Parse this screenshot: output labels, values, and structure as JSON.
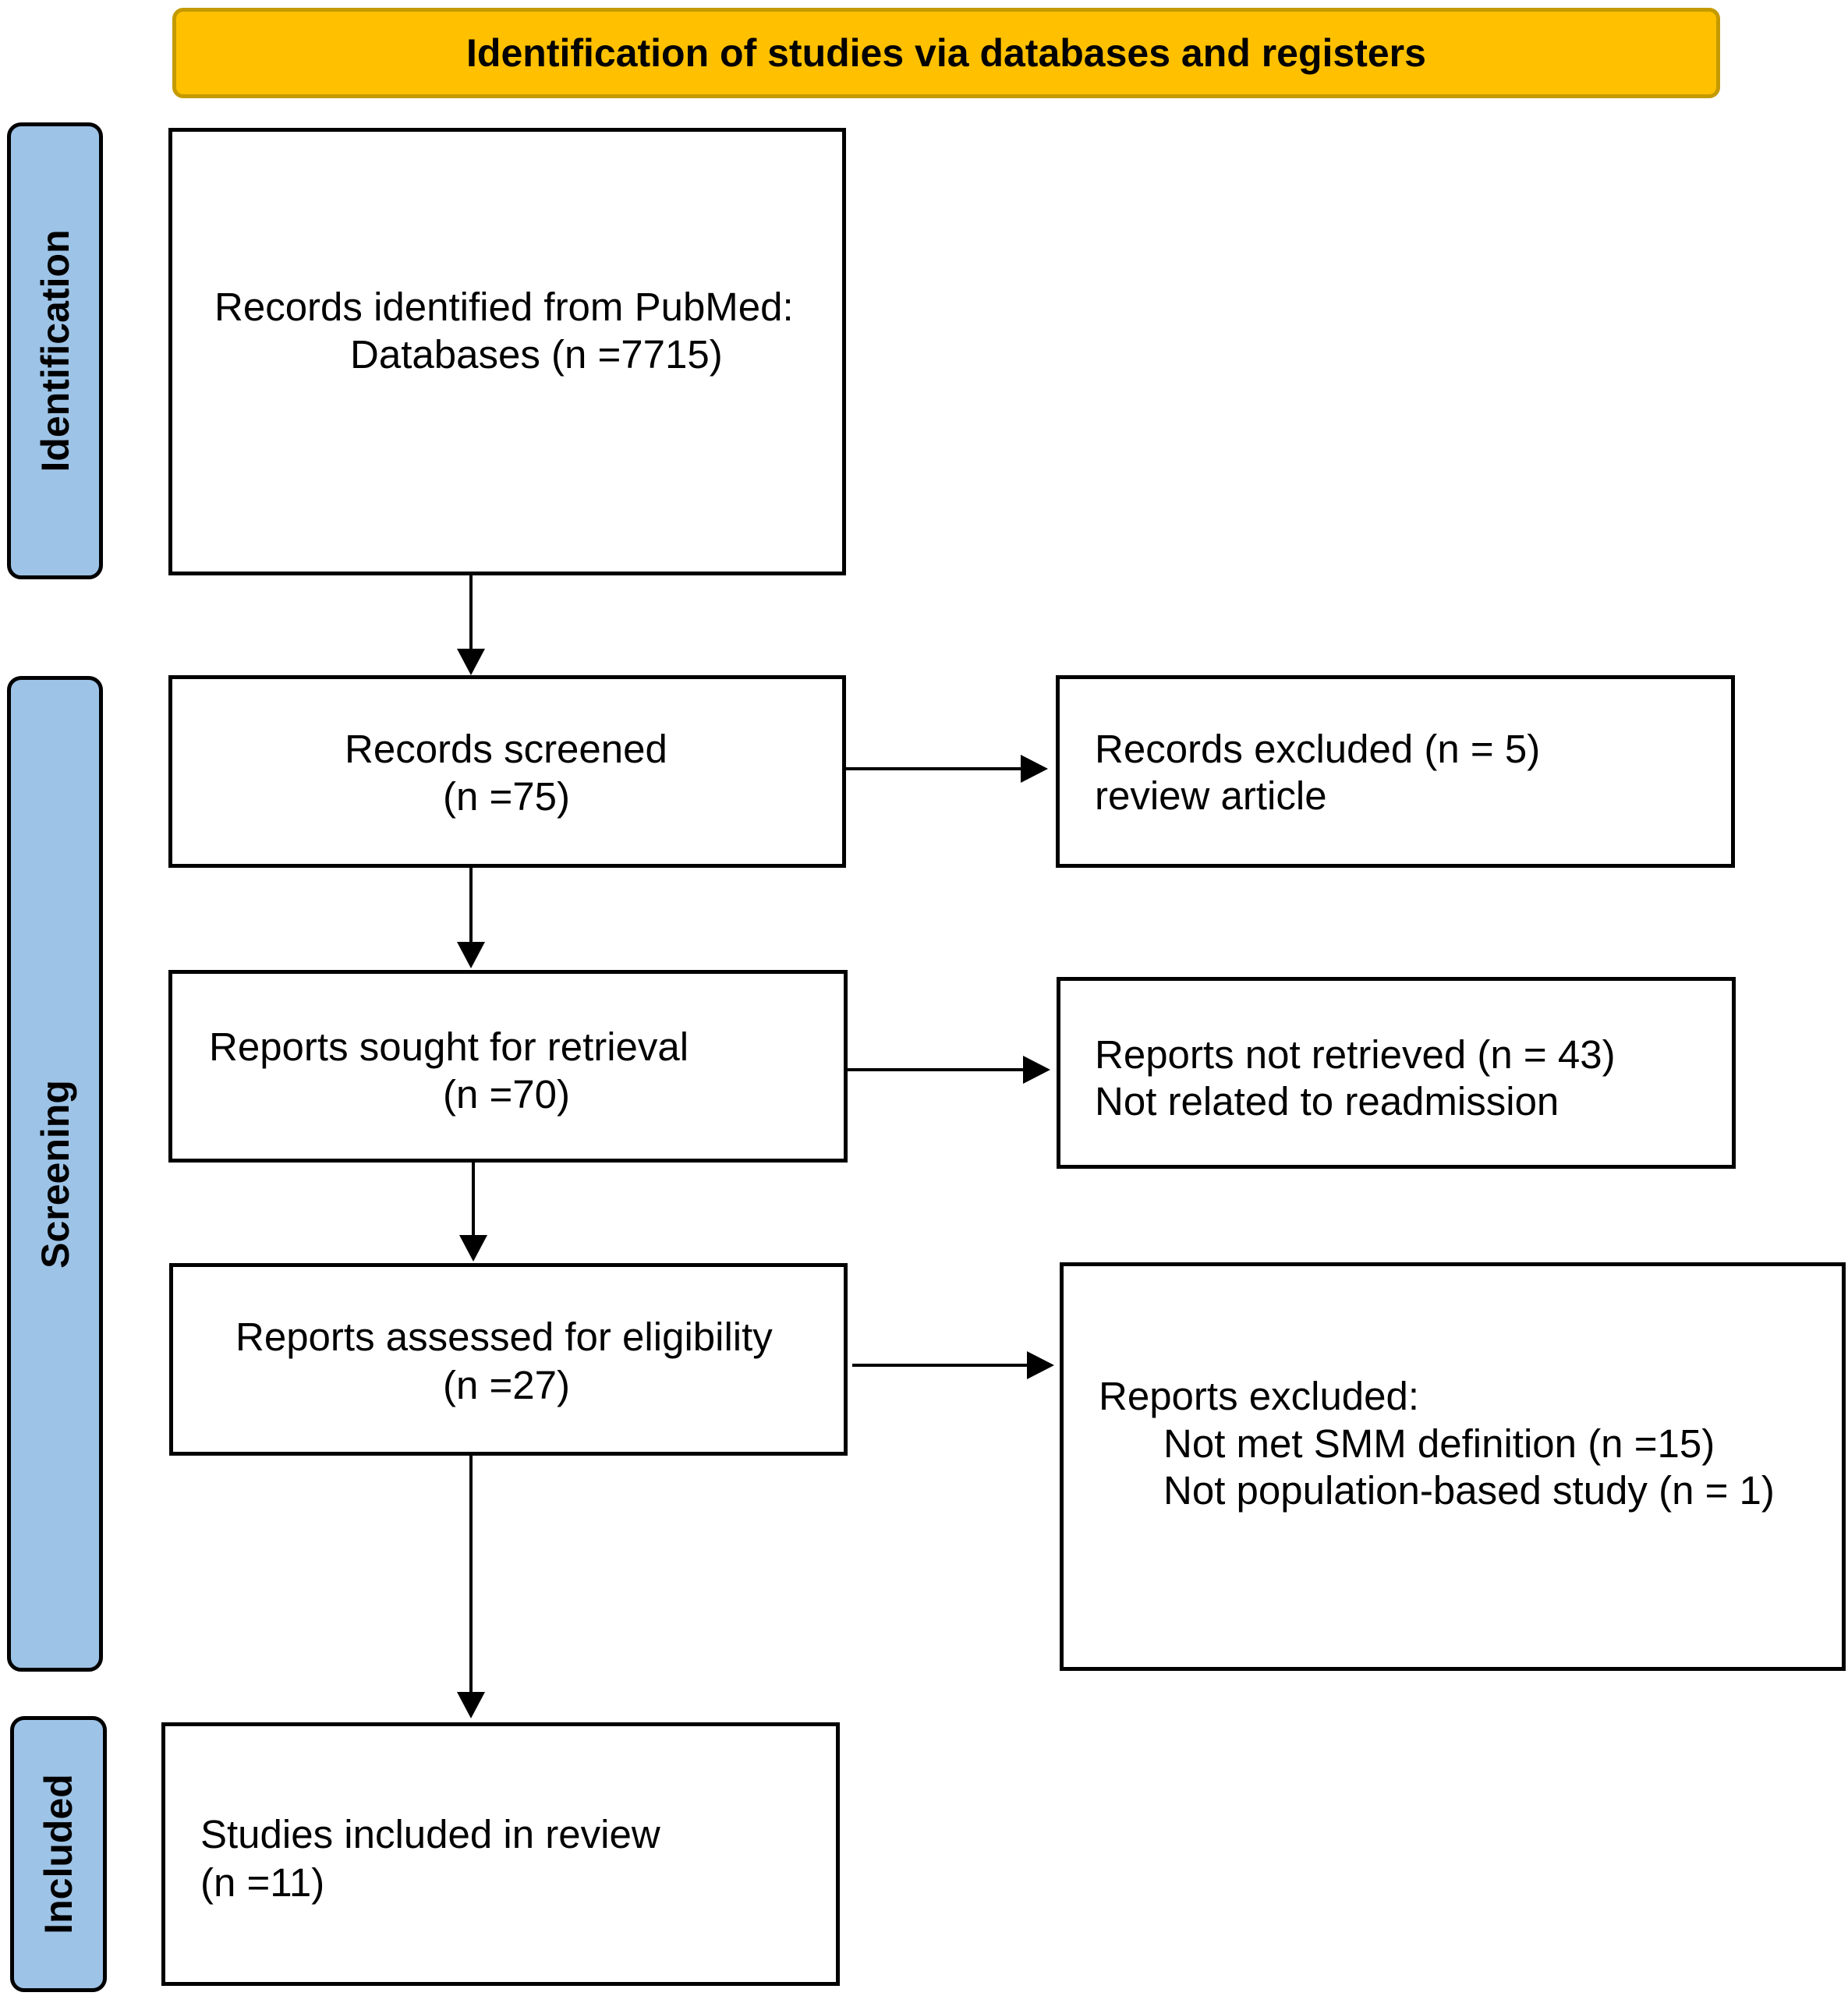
{
  "header": {
    "title": "Identification of studies via databases and registers"
  },
  "phases": {
    "identification": "Identification",
    "screening": "Screening",
    "included": "Included"
  },
  "boxes": {
    "identified": {
      "line1": "Records identified from PubMed:",
      "line2": "Databases (n =7715)"
    },
    "screened": {
      "line1": "Records screened",
      "line2": "(n =75)"
    },
    "excluded_records": {
      "line1": "Records excluded (n = 5)",
      "line2": "review article"
    },
    "sought": {
      "line1": "Reports sought for retrieval",
      "line2": "(n =70)"
    },
    "not_retrieved": {
      "line1": "Reports not retrieved (n = 43)",
      "line2": "Not related to readmission"
    },
    "assessed": {
      "line1": "Reports assessed for eligibility",
      "line2": "(n =27)"
    },
    "reports_excluded": {
      "line1": "Reports excluded:",
      "line2": "Not met SMM definition (n =15)",
      "line3": "Not population-based study (n = 1)"
    },
    "included": {
      "line1": "Studies included in review",
      "line2": "(n =11)"
    }
  }
}
